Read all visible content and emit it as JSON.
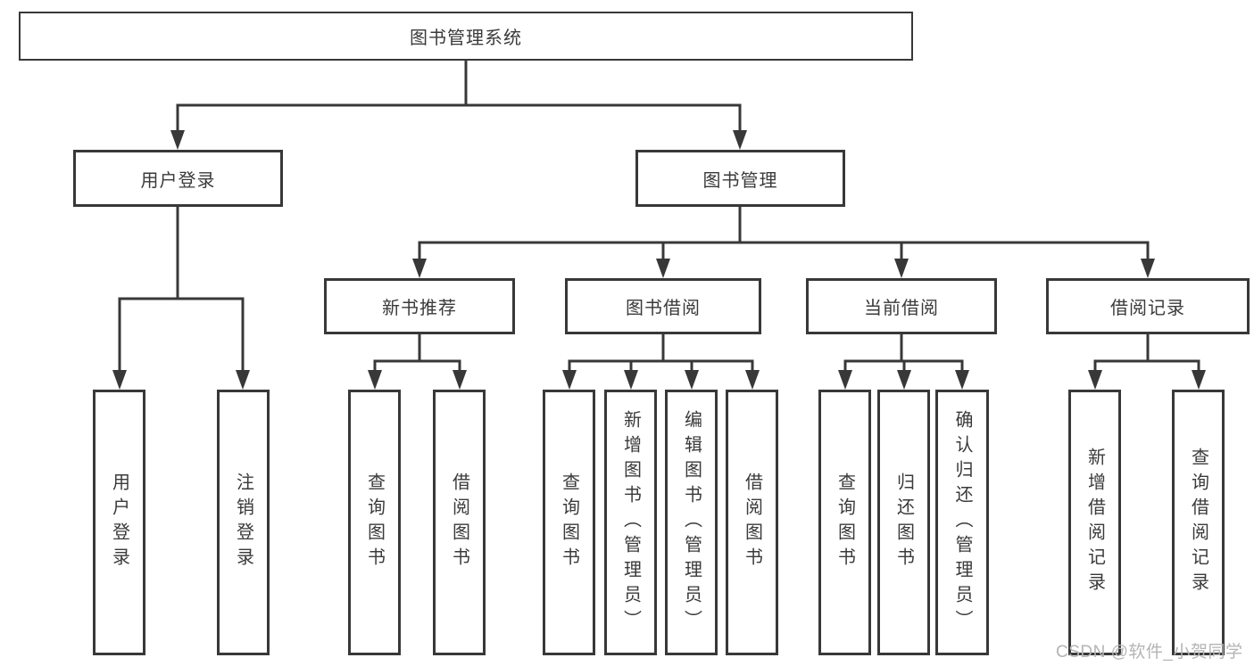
{
  "diagram": {
    "root": {
      "label": "图书管理系统"
    },
    "branches": [
      {
        "label": "用户登录",
        "children": [
          {
            "label": "用户登录"
          },
          {
            "label": "注销登录"
          }
        ]
      },
      {
        "label": "图书管理",
        "children": [
          {
            "label": "新书推荐",
            "children": [
              {
                "label": "查询图书"
              },
              {
                "label": "借阅图书"
              }
            ]
          },
          {
            "label": "图书借阅",
            "children": [
              {
                "label": "查询图书"
              },
              {
                "label": "新增图书（管理员）"
              },
              {
                "label": "编辑图书（管理员）"
              },
              {
                "label": "借阅图书"
              }
            ]
          },
          {
            "label": "当前借阅",
            "children": [
              {
                "label": "查询图书"
              },
              {
                "label": "归还图书"
              },
              {
                "label": "确认归还（管理员）"
              }
            ]
          },
          {
            "label": "借阅记录",
            "children": [
              {
                "label": "新增借阅记录"
              },
              {
                "label": "查询借阅记录"
              }
            ]
          }
        ]
      }
    ]
  },
  "colors": {
    "line": "#383838",
    "text": "#3a3a3a",
    "watermark": "#b4b4b4",
    "background": "#ffffff"
  },
  "watermark": {
    "text": "CSDN @软件_小贺同学"
  }
}
